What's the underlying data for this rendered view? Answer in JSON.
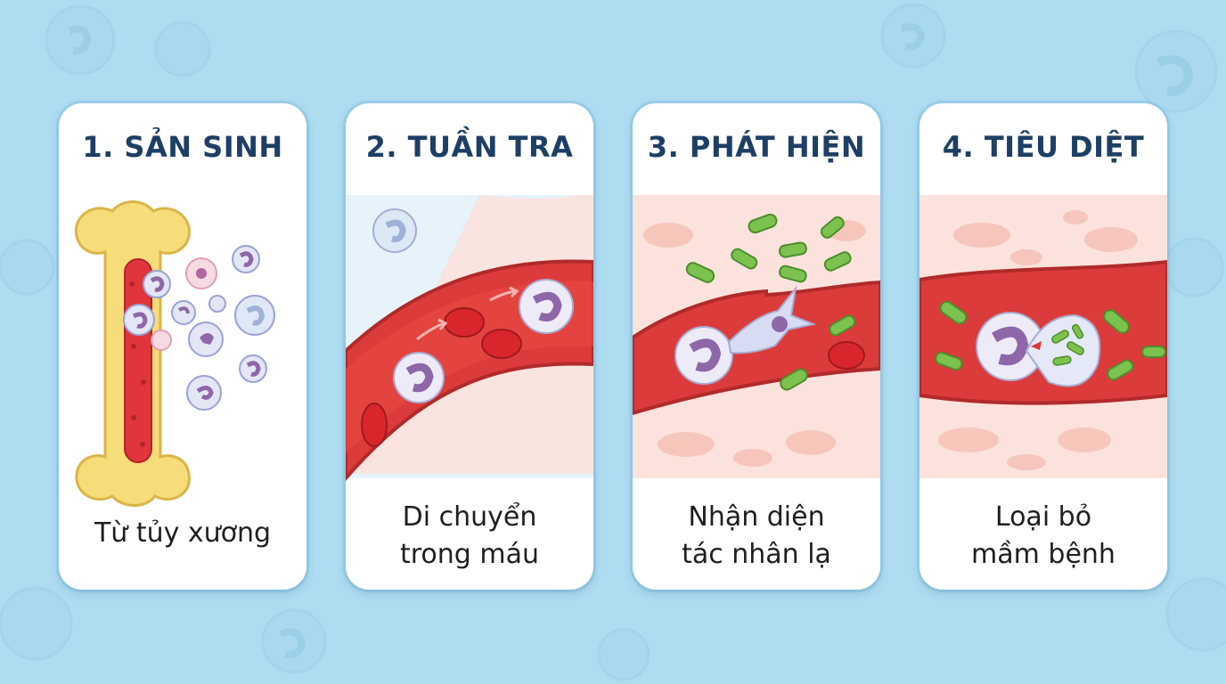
{
  "steps": [
    {
      "title": "1. SẢN SINH",
      "caption_lines": [
        "Từ tủy xương"
      ]
    },
    {
      "title": "2. TUẦN TRA",
      "caption_lines": [
        "Di chuyển",
        "trong máu"
      ]
    },
    {
      "title": "3. PHÁT HIỆN",
      "caption_lines": [
        "Nhận diện",
        "tác nhân lạ"
      ]
    },
    {
      "title": "4. TIÊU DIỆT",
      "caption_lines": [
        "Loại bỏ",
        "mầm bệnh"
      ]
    }
  ],
  "colors": {
    "background": "#aedcf1",
    "title": "#1d3f66",
    "bone": "#f7dc7a",
    "marrow": "#e0353b",
    "vessel": "#dc3b3b",
    "red_cell": "#d9262c",
    "white_cell": "#e9e8f6",
    "nucleus": "#8d67a8",
    "bacteria": "#7cc24e",
    "tissue": "#fbe2dc"
  }
}
